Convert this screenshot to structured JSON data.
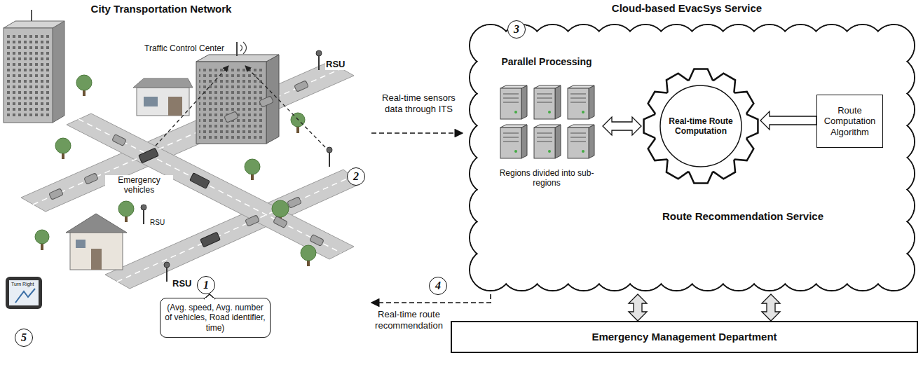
{
  "diagram": {
    "nodes": [
      {
        "text": [
          "City Transportation Network"
        ]
      },
      {
        "text": [
          "Cloud-based EvacSys Service",
          "Route Recommendation Service"
        ]
      },
      {
        "text": [
          "Parallel Processing",
          "Regions divided into sub-regions"
        ],
        "in": 1
      },
      {
        "text": [
          "Real-time Route Computation"
        ],
        "in": 1
      },
      {
        "text": [
          "Route Computation Algorithm"
        ],
        "in": 1
      },
      {
        "text": [
          "(Avg. speed, Avg. number of vehicles, Road identifier, time)"
        ]
      },
      {
        "text": [
          "Emergency Management Department"
        ]
      }
    ],
    "edges": [
      {
        "from": 0,
        "to": 1,
        "arrow": "to",
        "label": "Real-time sensors data through ITS"
      },
      {
        "from": 2,
        "to": 3,
        "arrow": "both"
      },
      {
        "from": 4,
        "to": 3,
        "arrow": "to"
      },
      {
        "from": 1,
        "to": 6,
        "arrow": "both"
      },
      {
        "from": 1,
        "to": 6,
        "arrow": "both"
      },
      {
        "from": 1,
        "to": 0,
        "arrow": "to",
        "label": "Real-time route recommendation"
      }
    ],
    "labels": [
      "Traffic Control Center",
      "RSU",
      "RSU",
      "RSU",
      "Emergency vehicles",
      "1",
      "2",
      "3",
      "4",
      "5",
      "Turn Right"
    ]
  }
}
